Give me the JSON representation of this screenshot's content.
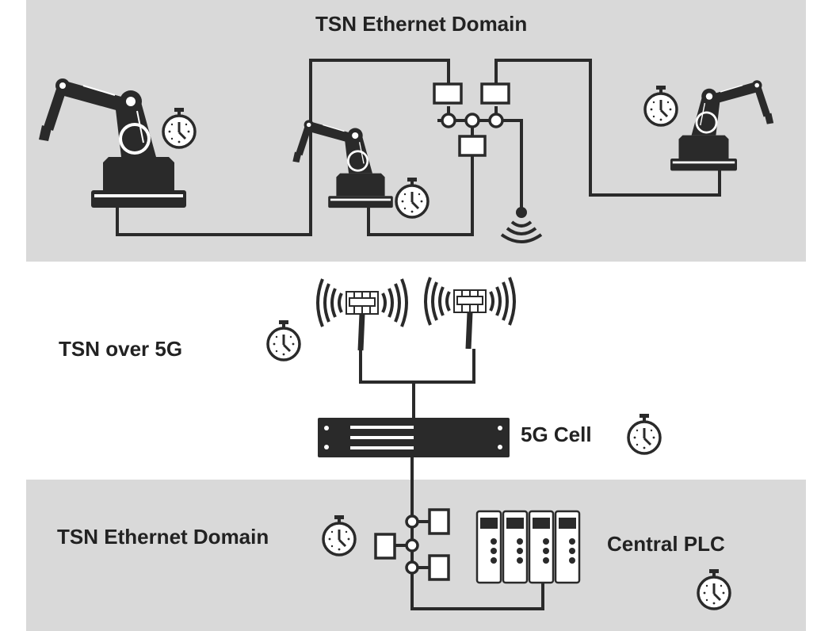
{
  "top_domain": {
    "title": "TSN Ethernet Domain"
  },
  "middle": {
    "title": "TSN over 5G",
    "cell_label": "5G Cell"
  },
  "bottom_domain": {
    "title": "TSN Ethernet Domain",
    "plc_label": "Central PLC"
  },
  "colors": {
    "band": "#d9d9d9",
    "ink": "#2a2a2a",
    "text": "#222222",
    "device_fill": "#ffffff"
  },
  "icons": {
    "clock": "stopwatch-icon",
    "robot": "industrial-robot-arm-icon",
    "switch": "tsn-switch-icon",
    "wireless": "wireless-signal-icon",
    "antenna": "5g-antenna-icon",
    "cell": "5g-base-station-icon",
    "plc": "plc-rack-icon"
  }
}
